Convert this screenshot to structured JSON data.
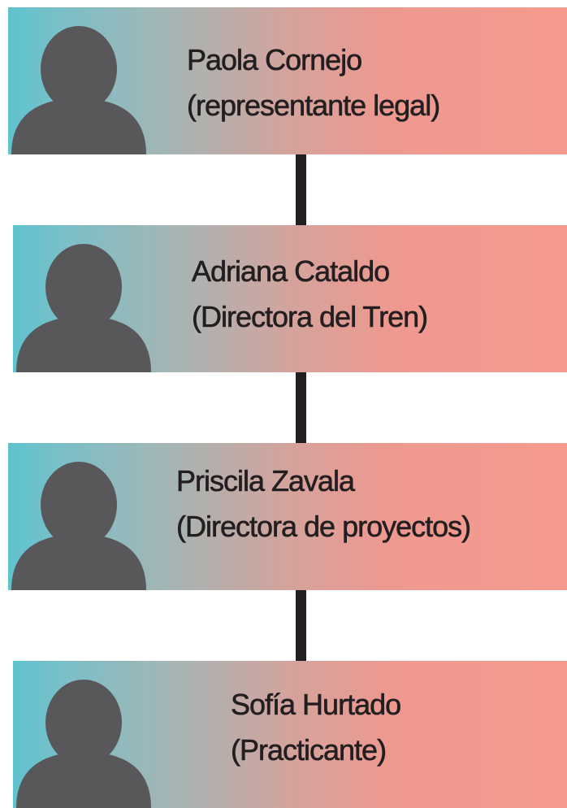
{
  "members": [
    {
      "name": "Paola Cornejo",
      "role": "(representante legal)"
    },
    {
      "name": "Adriana Cataldo",
      "role": "(Directora del Tren)"
    },
    {
      "name": "Priscila Zavala",
      "role": "(Directora de proyectos)"
    },
    {
      "name": "Sofía Hurtado",
      "role": "(Practicante)"
    }
  ],
  "colors": {
    "gradient_start": "#5ec3cf",
    "gradient_end": "#f59a8e",
    "avatar": "#58585a",
    "connector": "#231f20",
    "text": "#231f20"
  }
}
